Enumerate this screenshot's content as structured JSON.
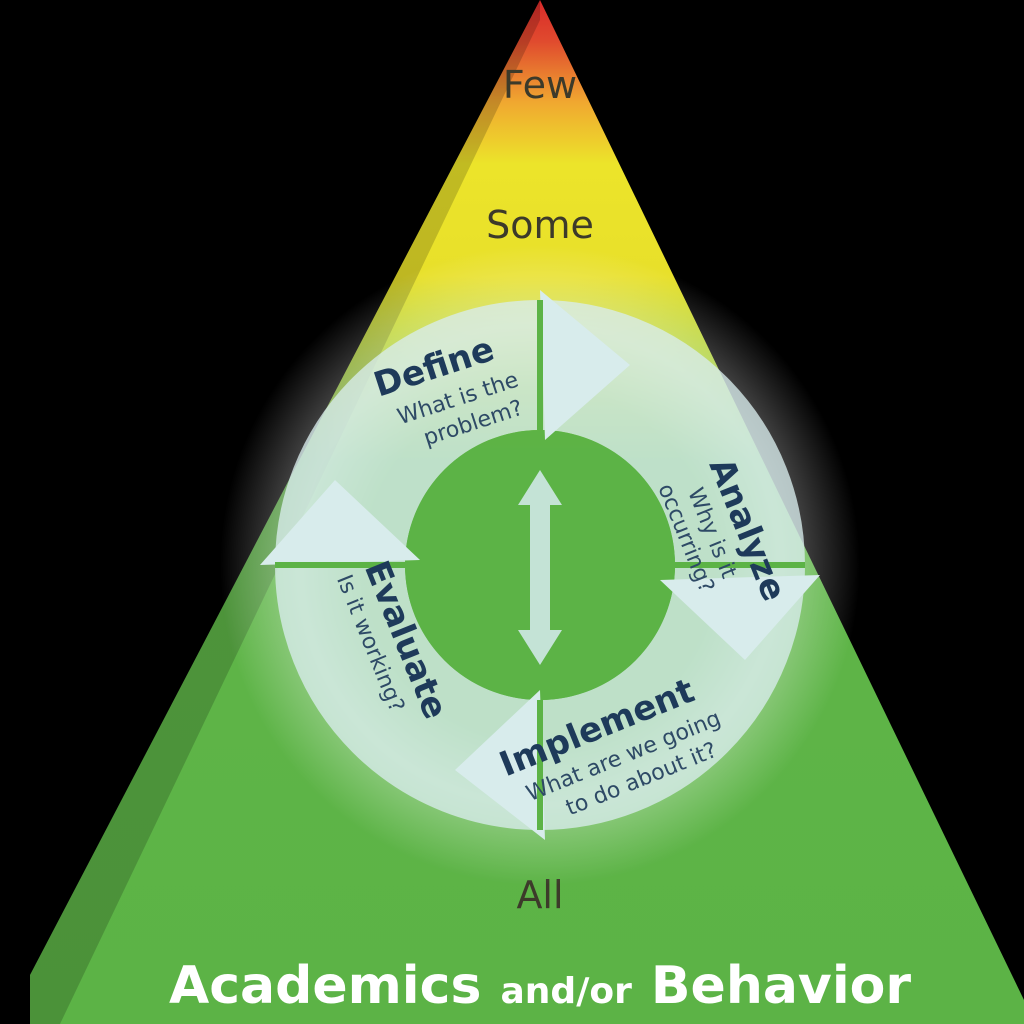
{
  "tiers": {
    "few": "Few",
    "some": "Some",
    "all": "All"
  },
  "cycle": {
    "define": {
      "title": "Define",
      "line1": "What is the",
      "line2": "problem?"
    },
    "analyze": {
      "title": "Analyze",
      "line1": "Why is it",
      "line2": "occurring?"
    },
    "implement": {
      "title": "Implement",
      "line1": "What are we going",
      "line2": "to do about it?"
    },
    "evaluate": {
      "title": "Evaluate",
      "line1": "Is it working?"
    }
  },
  "footer": {
    "academics": "Academics",
    "and_or": "and/or",
    "behavior": "Behavior"
  },
  "colors": {
    "top": "#d92a2a",
    "orange": "#f0a830",
    "yellow": "#ece42a",
    "green": "#5fb548",
    "background": "#000000",
    "arrow": "#d8ecec"
  }
}
